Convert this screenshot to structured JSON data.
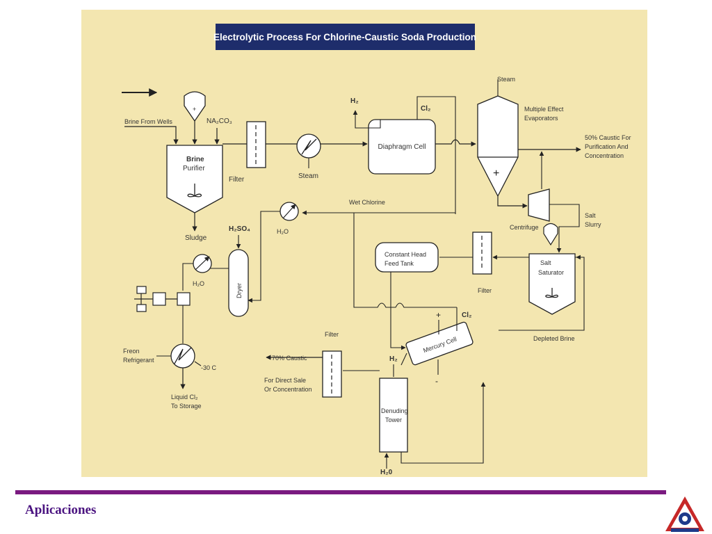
{
  "title": "Electrolytic Process For Chlorine-Caustic Soda Production",
  "footer": {
    "label": "Aplicaciones"
  },
  "colors": {
    "panel": "#f3e6b0",
    "title_bg": "#1e2d6b",
    "footer_bar": "#7a1a80",
    "footer_text": "#4a1380"
  },
  "labels": {
    "brine_from_wells": "Brine From Wells",
    "na2co3": "NA₂CO₃",
    "brine": "Brine",
    "purifier": "Purifier",
    "filter_1": "Filter",
    "steam_1": "Steam",
    "sludge": "Sludge",
    "h2_top": "H₂",
    "cl2_top": "Cl₂",
    "diaphragm_cell": "Diaphragm Cell",
    "steam_top": "Steam",
    "multiple_effect": "Multiple Effect",
    "evaporators": "Evaporators",
    "caustic_50_line1": "50% Caustic For",
    "caustic_50_line2": "Purification And",
    "caustic_50_line3": "Concentration",
    "wet_chlorine": "Wet Chlorine",
    "h2o_1": "H₂O",
    "centrifuge": "Centrifuge",
    "salt": "Salt",
    "slurry": "Slurry",
    "h2so4": "H₂SO₄",
    "constant_head_line1": "Constant Head",
    "constant_head_line2": "Feed Tank",
    "filter_2": "Filter",
    "salt_saturator_line1": "Salt",
    "salt_saturator_line2": "Saturator",
    "h2o_2": "H₂O",
    "dryer": "Dryer",
    "plus": "+",
    "cl2_mid": "Cl₂",
    "depleted_brine": "Depleted Brine",
    "freon_line1": "Freon",
    "freon_line2": "Refrigerant",
    "minus30": "-30 C",
    "liquid_cl2_line1": "Liquid Cl₂",
    "liquid_cl2_line2": "To Storage",
    "filter_3": "Filter",
    "caustic_70": "70% Caustic",
    "direct_sale_line1": "For Direct Sale",
    "direct_sale_line2": "Or Concentration",
    "h2_mid": "H₂",
    "mercury_cell": "Mercury Cell",
    "minus": "-",
    "denuding_line1": "Denuding",
    "denuding_line2": "Tower",
    "h2o_bottom": "H₂0"
  }
}
